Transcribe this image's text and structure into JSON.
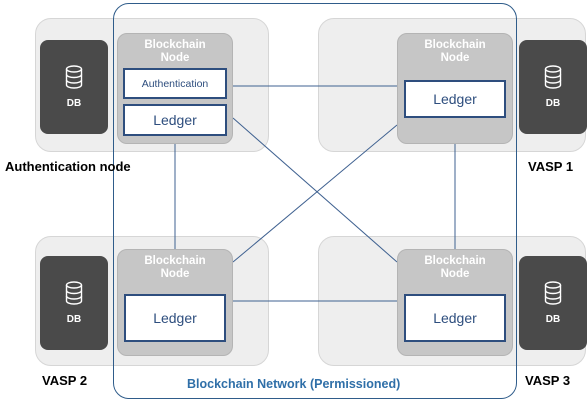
{
  "diagram": {
    "network_label": "Blockchain Network (Permissioned)",
    "node_title": "Blockchain\nNode",
    "authentication_text": "Authentication",
    "ledger_text": "Ledger",
    "db_text": "DB",
    "labels": {
      "auth_node": "Authentication node",
      "vasp1": "VASP 1",
      "vasp2": "VASP 2",
      "vasp3": "VASP 3"
    }
  }
}
